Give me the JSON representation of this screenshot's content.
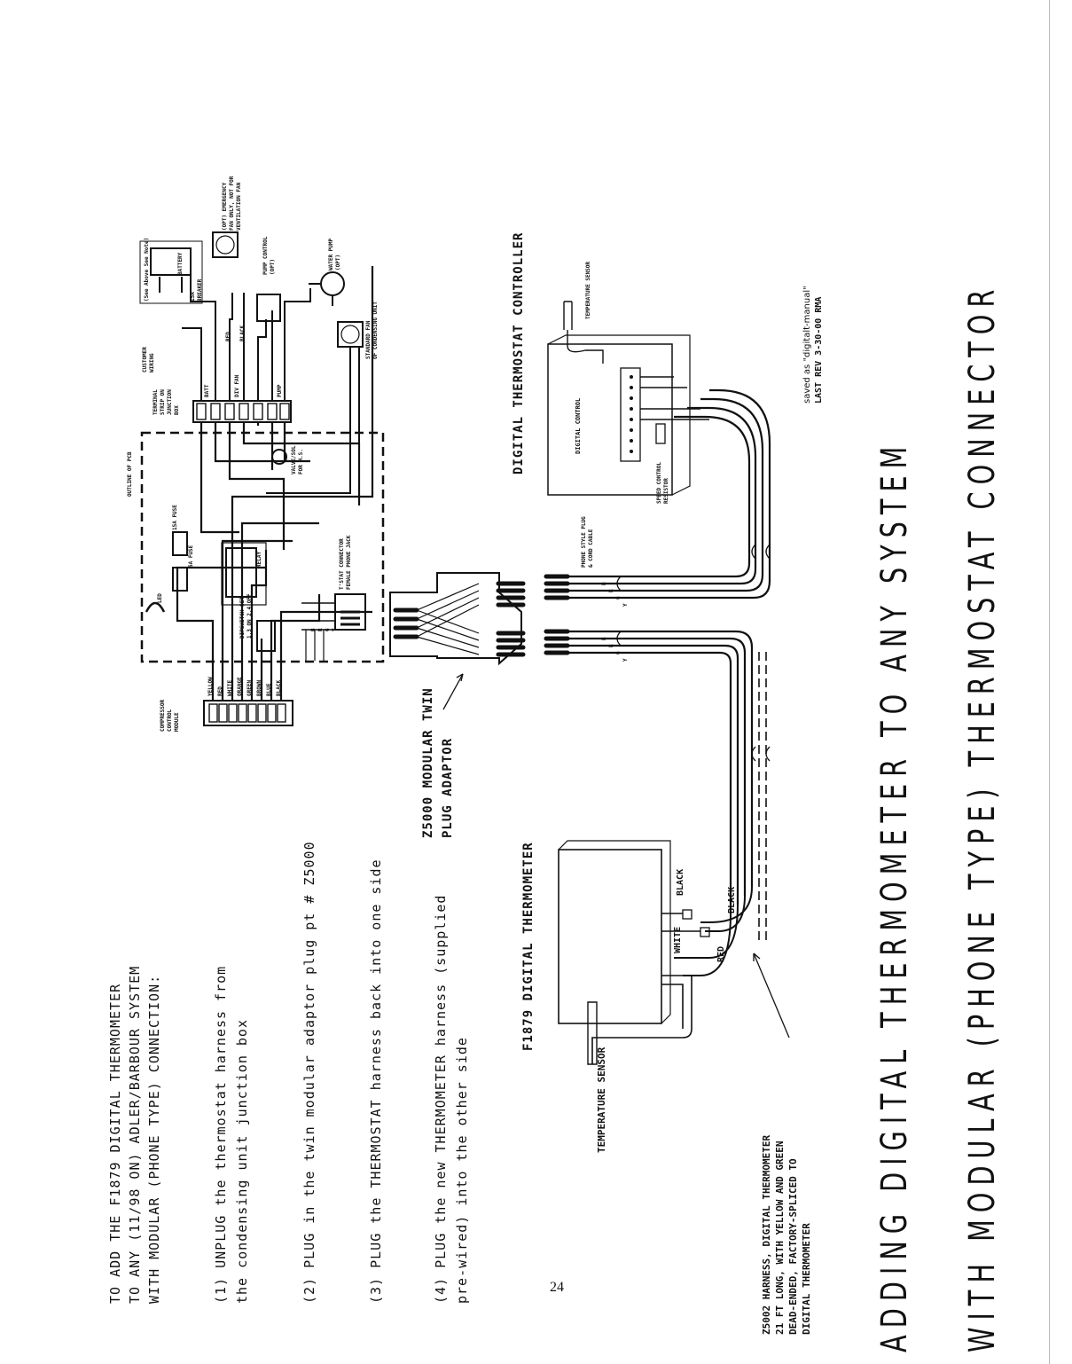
{
  "instructions": {
    "heading": [
      "TO ADD THE F1879 DIGITAL THERMOMETER",
      "TO ANY (11/98 ON) ADLER/BARBOUR SYSTEM",
      "WITH MODULAR (PHONE TYPE) CONNECTION:"
    ],
    "steps": [
      [
        "(1) UNPLUG the thermostat harness from",
        "the condensing unit junction box"
      ],
      [
        "(2) PLUG in the twin modular adaptor plug pt # Z5000"
      ],
      [
        "(3) PLUG the THERMOSTAT harness back into one side"
      ],
      [
        "(4) PLUG the new THERMOMETER harness (supplied",
        "pre-wired) into the other side"
      ]
    ]
  },
  "title": {
    "line1": "ADDING DIGITAL THERMOMETER TO ANY SYSTEM",
    "line2": "WITH MODULAR (PHONE TYPE) THERMOSTAT CONNECTOR"
  },
  "labels": {
    "adaptor": [
      "Z5000 MODULAR TWIN",
      "PLUG ADAPTOR"
    ],
    "thermometer": "F1879 DIGITAL THERMOMETER",
    "controller": "DIGITAL THERMOSTAT CONTROLLER",
    "temp_sensor": "TEMPERATURE SENSOR",
    "harness": [
      "Z5002 HARNESS, DIGITAL THERMOMETER",
      "21 FT LONG, WITH YELLOW AND GREEN",
      "DEAD-ENDED, FACTORY-SPLICED TO",
      "DIGITAL THERMOMETER"
    ],
    "wire_white": "WHITE",
    "wire_red": "RED",
    "wire_black_1": "BLACK",
    "wire_black_2": "BLACK",
    "saved_as": [
      "saved as \"digitalt-manual\"",
      "LAST REV 3-30-00 RMA"
    ],
    "page_number": "24"
  },
  "schematic": {
    "compressor_module": [
      "COMPRESSOR",
      "CONTROL",
      "MODULE"
    ],
    "module_wires": [
      "YELLOW",
      "RED",
      "WHITE",
      "ORANGE",
      "GREEN",
      "BROWN",
      "BLUE",
      "BLACK"
    ],
    "led": "LED",
    "outline_pcb": "OUTLINE OF PCB",
    "fuse_15a": "15A FUSE",
    "fuse_5a": "5A FUSE",
    "relay": "RELAY",
    "control": "CONTROL",
    "dipswitch": [
      "DIPSWITCH SET",
      "1,3 ON 2,4 OFF"
    ],
    "twin_connector": [
      "T'STAT CONNECTOR",
      "FEMALE PHONE JACK"
    ],
    "terminal_strip": [
      "TERMINAL",
      "STRIP ON",
      "JUNCTION",
      "BOX"
    ],
    "terminal_labels": [
      "BATT",
      "DIV FAN",
      "PUMP"
    ],
    "customer_wiring": [
      "CUSTOMER",
      "WIRING"
    ],
    "battery": "BATTERY",
    "breaker": [
      "15A",
      "BREAKER"
    ],
    "battery_note": "(See Above See Note)",
    "fan_note": [
      "(OPT) EMERGENCY",
      "FAN ONLY, NOT FOR",
      "VENTILATION FAN"
    ],
    "pump_control": [
      "PUMP CONTROL",
      "(OPT)"
    ],
    "water_pump": [
      "WATER PUMP",
      "(OPT)"
    ],
    "wire_red": "RED",
    "wire_black": "BLACK",
    "standard_fan": [
      "STANDARD FAN",
      "OF CONDENSING UNIT"
    ],
    "valve": [
      "VALVE/SOL",
      "FOR H.S."
    ]
  },
  "controller": {
    "digital_control": "DIGITAL CONTROL",
    "temperature_sensor": "TEMPERATURE SENSOR",
    "speed_control_resistor": [
      "SPEED CONTROL",
      "RESISTOR"
    ],
    "phone_plug": [
      "PHONE STYLE PLUG",
      "& CORD CABLE"
    ],
    "pins": [
      "B",
      "R",
      "G",
      "Y"
    ]
  }
}
